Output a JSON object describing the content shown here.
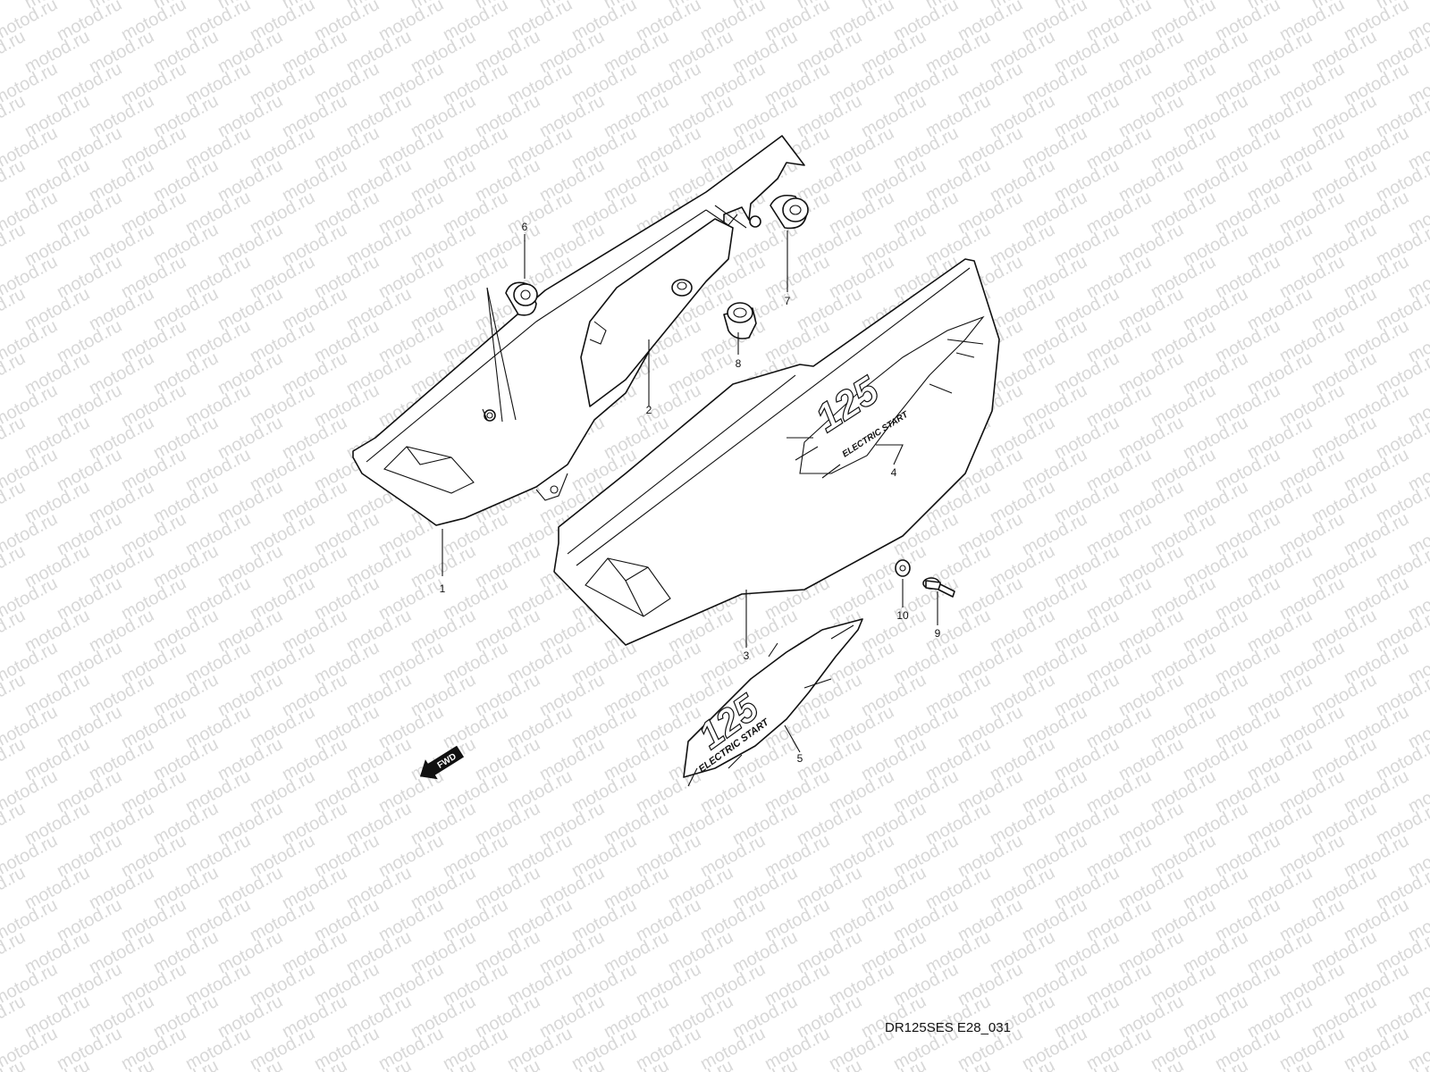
{
  "watermark": {
    "text": "motod.ru",
    "color": "#d8d8d8"
  },
  "diagram": {
    "id_label": "DR125SES E28_031",
    "fwd_label": "FWD",
    "decal_lettering": {
      "model": "125",
      "subtitle": "ELECTRIC START"
    },
    "callouts": [
      {
        "number": "1"
      },
      {
        "number": "2"
      },
      {
        "number": "3"
      },
      {
        "number": "4"
      },
      {
        "number": "5"
      },
      {
        "number": "6"
      },
      {
        "number": "7"
      },
      {
        "number": "8"
      },
      {
        "number": "9"
      },
      {
        "number": "10"
      }
    ]
  }
}
